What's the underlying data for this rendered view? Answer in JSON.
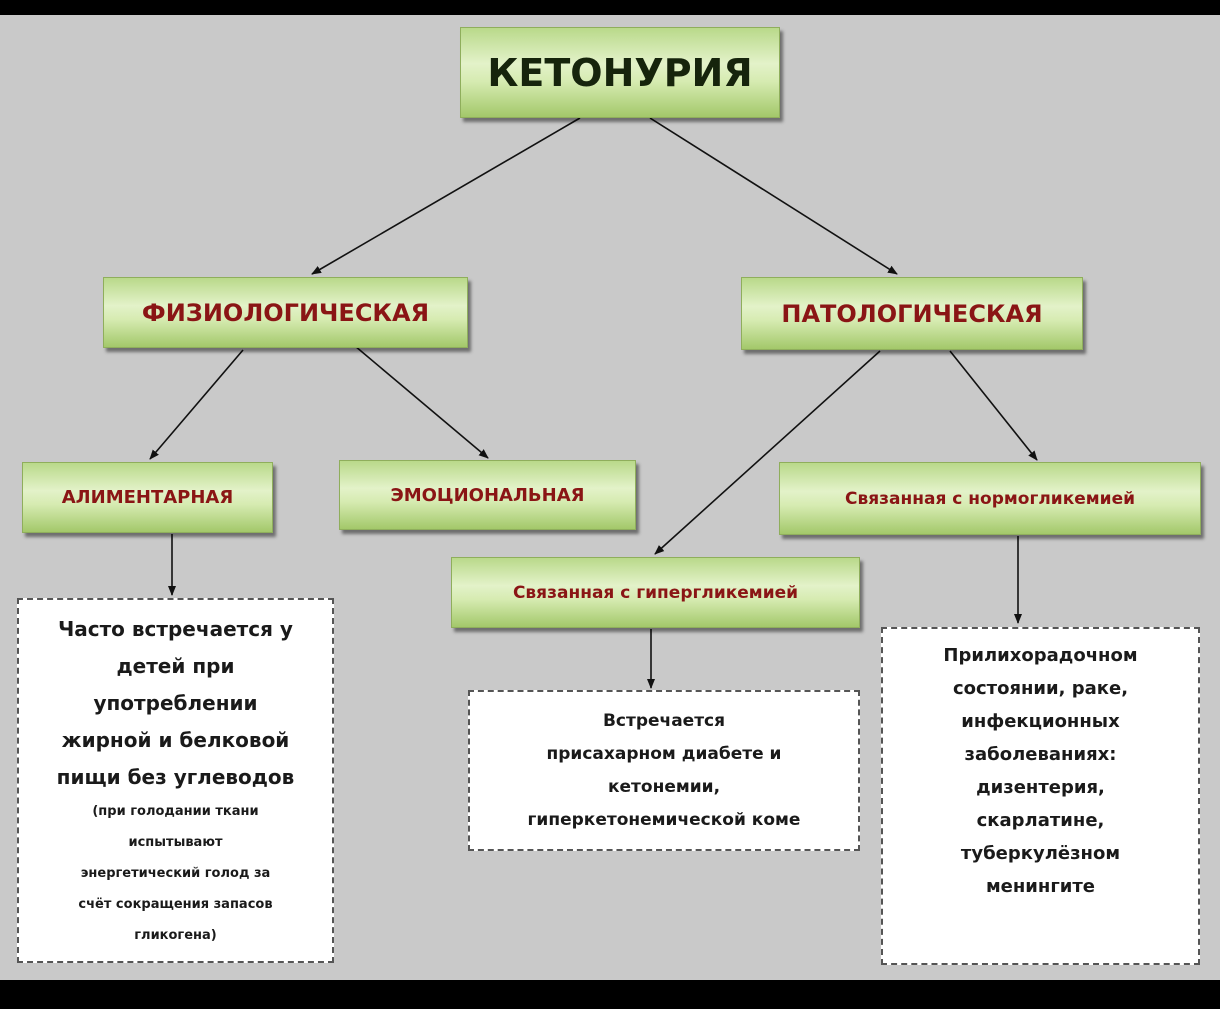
{
  "root": "КЕТОНУРИЯ",
  "branches": {
    "physiological": "ФИЗИОЛОГИЧЕСКАЯ",
    "pathological": "ПАТОЛОГИЧЕСКАЯ"
  },
  "types": {
    "alimentary": "АЛИМЕНТАРНАЯ",
    "emotional": "ЭМОЦИОНАЛЬНАЯ",
    "hyperglycemia": "Связанная с гипергликемией",
    "normoglycemia": "Связанная с нормогликемией"
  },
  "notes": {
    "alimentary": {
      "main": [
        "Часто встречается у",
        "детей при",
        "употреблении",
        "жирной и белковой",
        "пищи без углеводов"
      ],
      "small": [
        "(при голодании ткани",
        "испытывают",
        "энергетический голод за",
        "счёт сокращения  запасов",
        "гликогена)"
      ]
    },
    "hyperglycemia": [
      "Встречается",
      "присахарном диабете и",
      "кетонемии,",
      "гиперкетонемической коме"
    ],
    "normoglycemia": [
      "Прилихорадочном",
      "состоянии, раке,",
      "инфекционных",
      "заболеваниях:",
      "дизентерия,",
      "скарлатине,",
      "туберкулёзном",
      "менингите"
    ]
  }
}
